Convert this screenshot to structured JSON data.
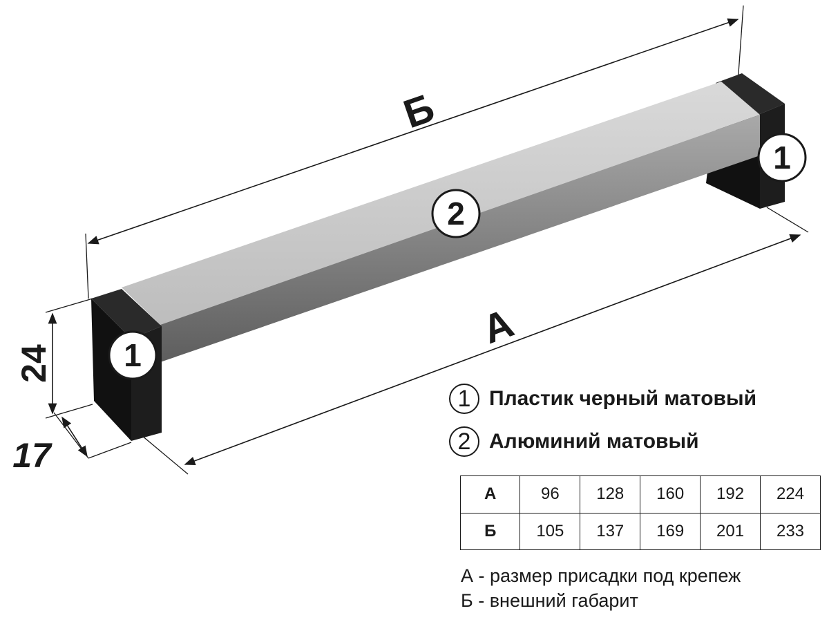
{
  "labels": {
    "overall_dim": "Б",
    "center_dim": "А",
    "height_dim": "24",
    "depth_dim": "17",
    "callout_plastic": "1",
    "callout_aluminium": "2"
  },
  "legend": [
    {
      "num": "1",
      "text": "Пластик черный матовый"
    },
    {
      "num": "2",
      "text": "Алюминий матовый"
    }
  ],
  "size_table": {
    "rows": [
      {
        "label": "А",
        "values": [
          "96",
          "128",
          "160",
          "192",
          "224"
        ]
      },
      {
        "label": "Б",
        "values": [
          "105",
          "137",
          "169",
          "201",
          "233"
        ]
      }
    ]
  },
  "notes": [
    "А - размер присадки под крепеж",
    "Б - внешний габарит"
  ],
  "colors": {
    "plastic": "#141414",
    "aluminium_light": "#d4d4d4",
    "aluminium_dark": "#6e6e6e",
    "line": "#1a1a1a"
  }
}
